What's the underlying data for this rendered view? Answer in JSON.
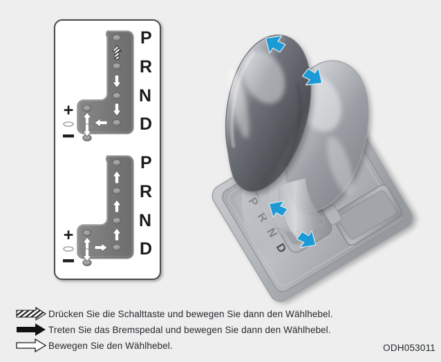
{
  "figure": {
    "code": "ODH053011",
    "background_color": "#eeeeee",
    "accent_arrow_color": "#1c9ad6",
    "panel_fill": "#ffffff",
    "gate_fill": "#7c7c7c"
  },
  "diagram_panel": {
    "name": "shift-pattern-panel",
    "gear_labels": [
      "P",
      "R",
      "N",
      "D"
    ],
    "manual_labels": {
      "plus": "+",
      "neutral": "",
      "minus": "−"
    },
    "upper_pattern": {
      "name": "shift-pattern-upshift-to-park",
      "gear_labels": [
        "P",
        "R",
        "N",
        "D"
      ],
      "steps": [
        {
          "symbol": "shift-button",
          "direction": "hatched"
        },
        {
          "symbol": "arrow",
          "direction": "down"
        },
        {
          "symbol": "arrow",
          "direction": "down"
        },
        {
          "symbol": "arrow",
          "direction": "left"
        },
        {
          "symbol": "arrow",
          "direction": "up"
        },
        {
          "symbol": "arrow",
          "direction": "down"
        }
      ]
    },
    "lower_pattern": {
      "name": "shift-pattern-downshift-to-drive",
      "gear_labels": [
        "P",
        "R",
        "N",
        "D"
      ],
      "steps": [
        {
          "symbol": "arrow",
          "direction": "up"
        },
        {
          "symbol": "arrow",
          "direction": "up"
        },
        {
          "symbol": "arrow",
          "direction": "up"
        },
        {
          "symbol": "arrow",
          "direction": "right"
        },
        {
          "symbol": "arrow",
          "direction": "up"
        },
        {
          "symbol": "arrow",
          "direction": "down"
        }
      ]
    }
  },
  "shifter_illustration": {
    "name": "gear-shifter-photo",
    "console_gear_labels": [
      "P",
      "R",
      "N",
      "D"
    ],
    "arrows": [
      {
        "name": "arrow-knob-upper-left",
        "direction": "up-left"
      },
      {
        "name": "arrow-knob-lower-right",
        "direction": "down-right"
      },
      {
        "name": "arrow-console-upper-left",
        "direction": "up-left"
      },
      {
        "name": "arrow-console-lower-right",
        "direction": "down-right"
      }
    ]
  },
  "legend": {
    "items": [
      {
        "icon": "hatched-arrow-icon",
        "text": "Drücken Sie die Schalttaste und bewegen Sie dann den Wählhebel."
      },
      {
        "icon": "solid-arrow-icon",
        "text": "Treten Sie das Bremspedal und bewegen Sie dann den Wählhebel."
      },
      {
        "icon": "outline-arrow-icon",
        "text": "Bewegen Sie den Wählhebel."
      }
    ]
  }
}
